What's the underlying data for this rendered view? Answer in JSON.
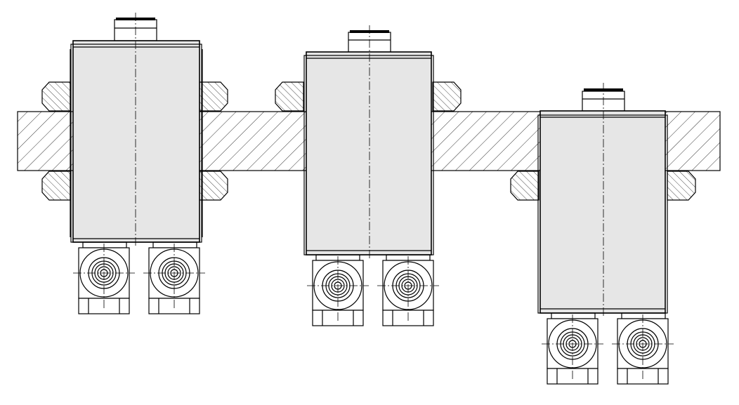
{
  "drawing": {
    "description_kind": "technical-section",
    "colors": {
      "line": "#000000",
      "body": "#e6e6e6",
      "background": "#ffffff"
    },
    "plate": {
      "hatched": true
    },
    "actuators": [
      {
        "id": "valve-1",
        "fittings": 2,
        "nuts": 4
      },
      {
        "id": "valve-2",
        "fittings": 2,
        "nuts": 2
      },
      {
        "id": "valve-3",
        "fittings": 2,
        "nuts": 2
      }
    ]
  }
}
